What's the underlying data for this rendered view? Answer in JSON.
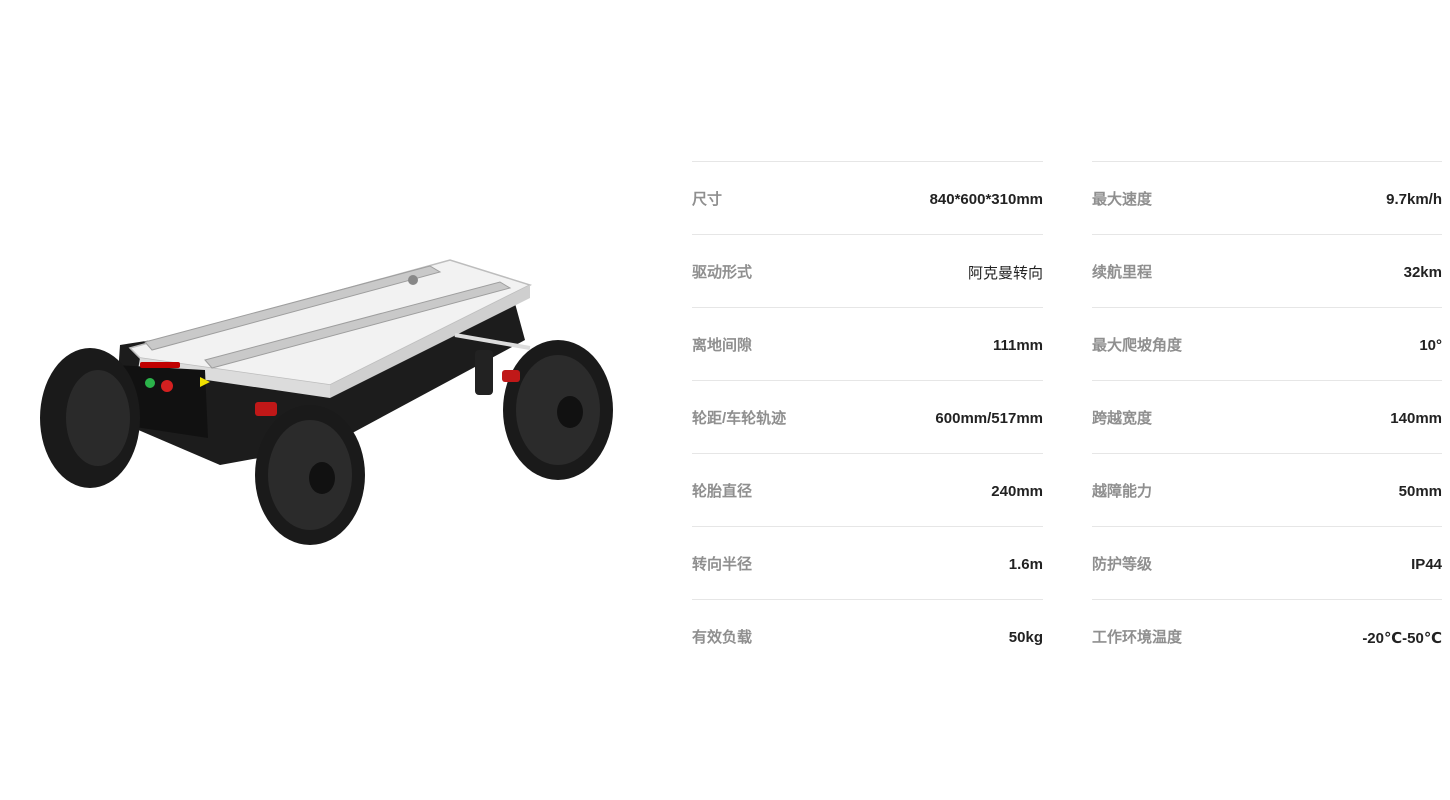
{
  "specs_left": [
    {
      "label": "尺寸",
      "value": "840*600*310mm"
    },
    {
      "label": "驱动形式",
      "value": "阿克曼转向"
    },
    {
      "label": "离地间隙",
      "value": "111mm"
    },
    {
      "label": "轮距/车轮轨迹",
      "value": "600mm/517mm"
    },
    {
      "label": "轮胎直径",
      "value": "240mm"
    },
    {
      "label": "转向半径",
      "value": "1.6m"
    },
    {
      "label": "有效负载",
      "value": "50kg"
    }
  ],
  "specs_right": [
    {
      "label": "最大速度",
      "value": "9.7km/h"
    },
    {
      "label": "续航里程",
      "value": "32km"
    },
    {
      "label": "最大爬坡角度",
      "value": "10°"
    },
    {
      "label": "跨越宽度",
      "value": "140mm"
    },
    {
      "label": "越障能力",
      "value": "50mm"
    },
    {
      "label": "防护等级",
      "value": "IP44"
    },
    {
      "label": "工作环境温度",
      "value": "-20℃-50℃"
    }
  ]
}
